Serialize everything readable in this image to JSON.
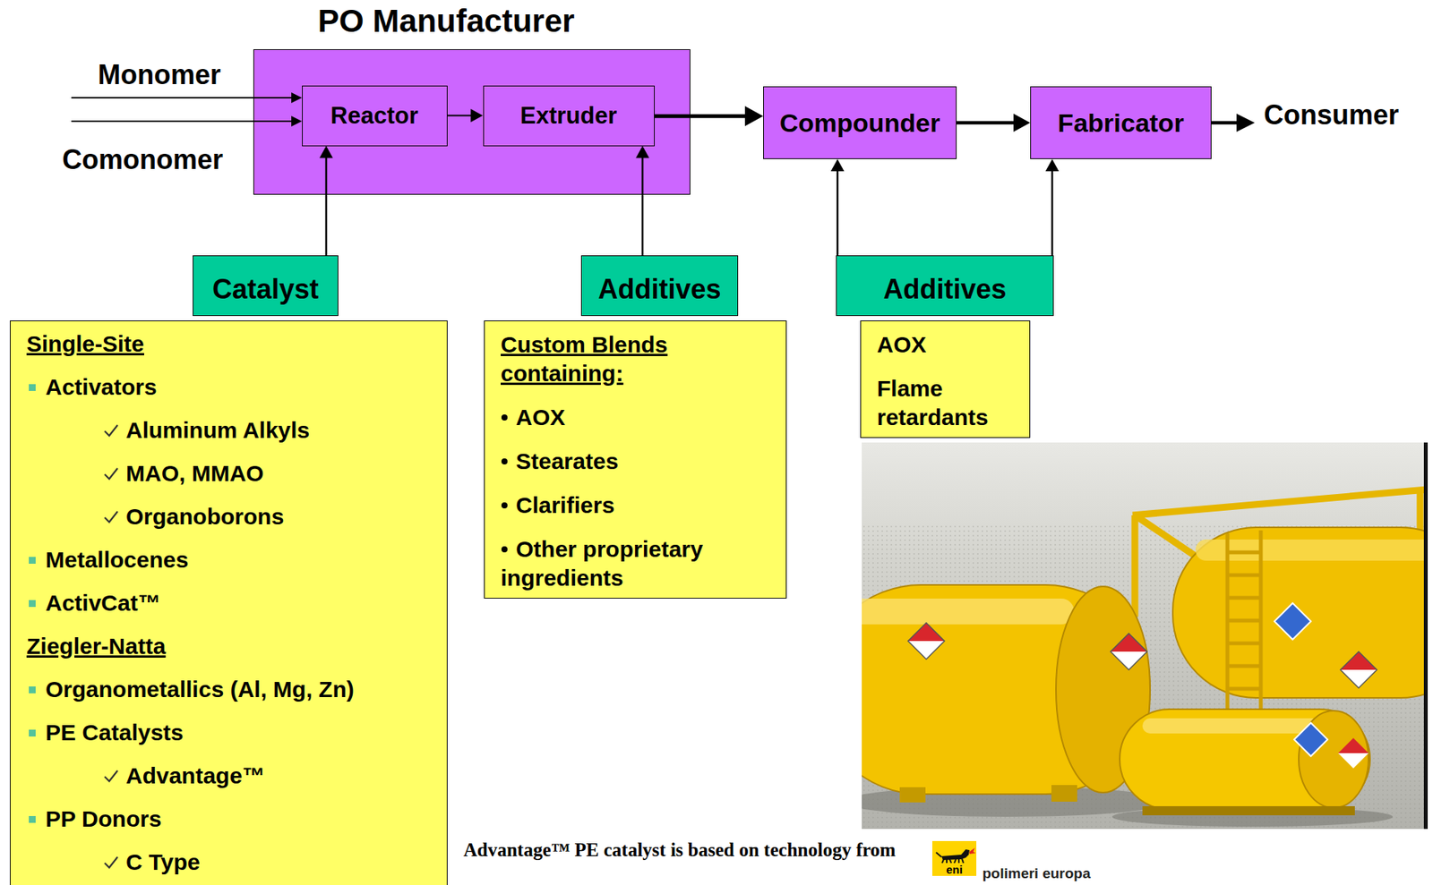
{
  "diagram": {
    "nodes": [
      {
        "text": [
          "PO Manufacturer"
        ]
      },
      {
        "text": [
          "Reactor"
        ],
        "in": 0
      },
      {
        "text": [
          "Extruder"
        ],
        "in": 0
      },
      {
        "text": [
          "Compounder"
        ]
      },
      {
        "text": [
          "Fabricator"
        ]
      },
      {
        "text": [
          "Catalyst"
        ]
      },
      {
        "text": [
          "Additives"
        ]
      },
      {
        "text": [
          "Additives"
        ]
      },
      {
        "text": [
          "Single-Site",
          "Activators",
          "Aluminum Alkyls",
          "MAO, MMAO",
          "Organoborons",
          "Metallocenes",
          "ActivCat™",
          "Ziegler-Natta",
          "Organometallics (Al, Mg, Zn)",
          "PE Catalysts",
          "Advantage™",
          "PP Donors",
          "C Type"
        ]
      },
      {
        "text": [
          "Custom Blends containing:",
          "AOX",
          "Stearates",
          "Clarifiers",
          "Other proprietary ingredients"
        ]
      },
      {
        "text": [
          "AOX",
          "Flame retardants"
        ]
      }
    ],
    "edges": [
      {
        "from": 1,
        "to": 2,
        "arrow": "to"
      },
      {
        "from": 2,
        "to": 3,
        "arrow": "to"
      },
      {
        "from": 3,
        "to": 4,
        "arrow": "to"
      },
      {
        "from": 5,
        "to": 1,
        "arrow": "to"
      },
      {
        "from": 6,
        "to": 2,
        "arrow": "to"
      },
      {
        "from": 7,
        "to": 3,
        "arrow": "to"
      },
      {
        "from": 7,
        "to": 4,
        "arrow": "to"
      }
    ],
    "labels": [
      "Monomer",
      "Comonomer",
      "Consumer",
      "Advantage™ PE catalyst is based on technology from",
      "eni",
      "polimeri europa"
    ]
  }
}
